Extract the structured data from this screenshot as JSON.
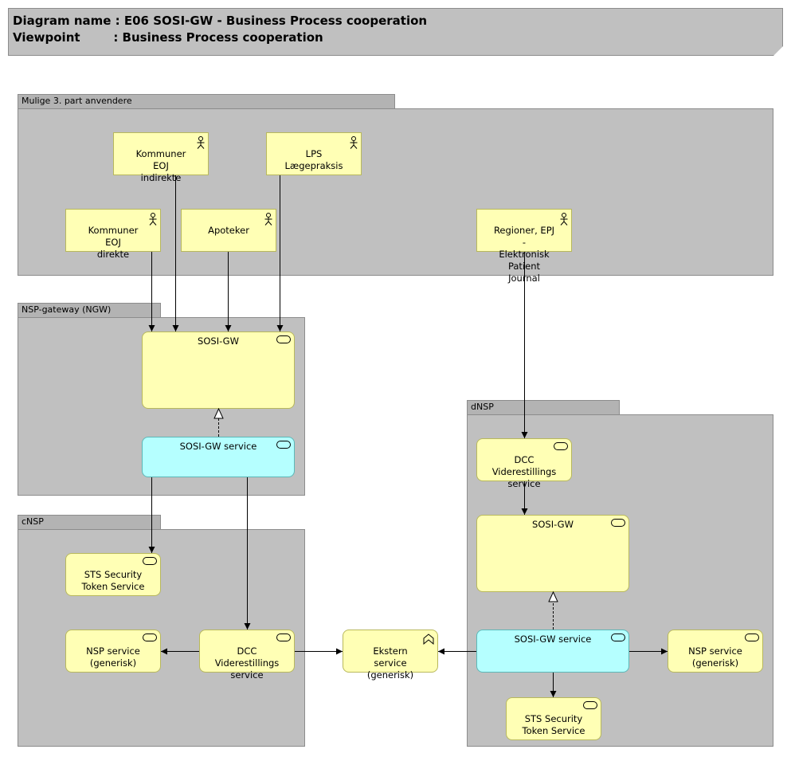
{
  "header": {
    "line1": "Diagram name : E06 SOSI-GW - Business Process cooperation",
    "line2": "Viewpoint        : Business Process cooperation"
  },
  "groups": {
    "mulige": "Mulige 3. part anvendere",
    "ngw": "NSP-gateway (NGW)",
    "cnsp": "cNSP",
    "dnsp": "dNSP"
  },
  "actors": {
    "kommuner_indirekte": "Kommuner EOJ\nindirekte",
    "lps": "LPS\nLægepraksis",
    "kommuner_direkte": "Kommuner EOJ\ndirekte",
    "apoteker": "Apoteker",
    "regioner": "Regioner, EPJ -\nElektronisk\nPatient Journal"
  },
  "ngw": {
    "sosi_gw": "SOSI-GW",
    "sosi_gw_service": "SOSI-GW service"
  },
  "cnsp": {
    "sts": "STS Security\nToken Service",
    "nsp_service": "NSP service\n(generisk)",
    "dcc": "DCC\nViderestillings\nservice"
  },
  "ekstern": "Ekstern service\n(generisk)",
  "dnsp": {
    "dcc": "DCC\nViderestillings\nservice",
    "sosi_gw": "SOSI-GW",
    "sosi_gw_service": "SOSI-GW service",
    "nsp_service": "NSP service\n(generisk)",
    "sts": "STS Security\nToken Service"
  },
  "icons": {
    "actor": "actor-icon",
    "service": "service-icon",
    "interface": "interface-icon"
  },
  "colors": {
    "business": "#ffffb5",
    "service_highlight": "#b5ffff",
    "group": "#c0c0c0"
  }
}
